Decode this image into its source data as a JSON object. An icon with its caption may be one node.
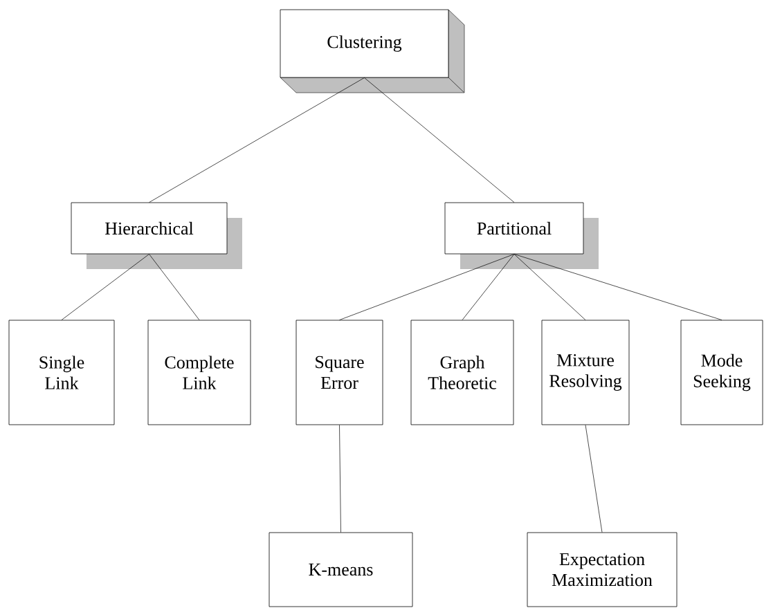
{
  "diagram": {
    "nodes": [
      {
        "text": [
          "Clustering"
        ]
      },
      {
        "text": [
          "Hierarchical"
        ]
      },
      {
        "text": [
          "Partitional"
        ]
      },
      {
        "text": [
          "Single Link"
        ]
      },
      {
        "text": [
          "Complete Link"
        ]
      },
      {
        "text": [
          "Square Error"
        ]
      },
      {
        "text": [
          "Graph Theoretic"
        ]
      },
      {
        "text": [
          "Mixture Resolving"
        ]
      },
      {
        "text": [
          "Mode Seeking"
        ]
      },
      {
        "text": [
          "K-means"
        ]
      },
      {
        "text": [
          "Expectation Maximization"
        ]
      }
    ],
    "edges": [
      {
        "from": 0,
        "to": 1,
        "arrow": "none"
      },
      {
        "from": 0,
        "to": 2,
        "arrow": "none"
      },
      {
        "from": 1,
        "to": 3,
        "arrow": "none"
      },
      {
        "from": 1,
        "to": 4,
        "arrow": "none"
      },
      {
        "from": 2,
        "to": 5,
        "arrow": "none"
      },
      {
        "from": 2,
        "to": 6,
        "arrow": "none"
      },
      {
        "from": 2,
        "to": 7,
        "arrow": "none"
      },
      {
        "from": 2,
        "to": 8,
        "arrow": "none"
      },
      {
        "from": 5,
        "to": 9,
        "arrow": "none"
      },
      {
        "from": 7,
        "to": 10,
        "arrow": "none"
      }
    ]
  }
}
